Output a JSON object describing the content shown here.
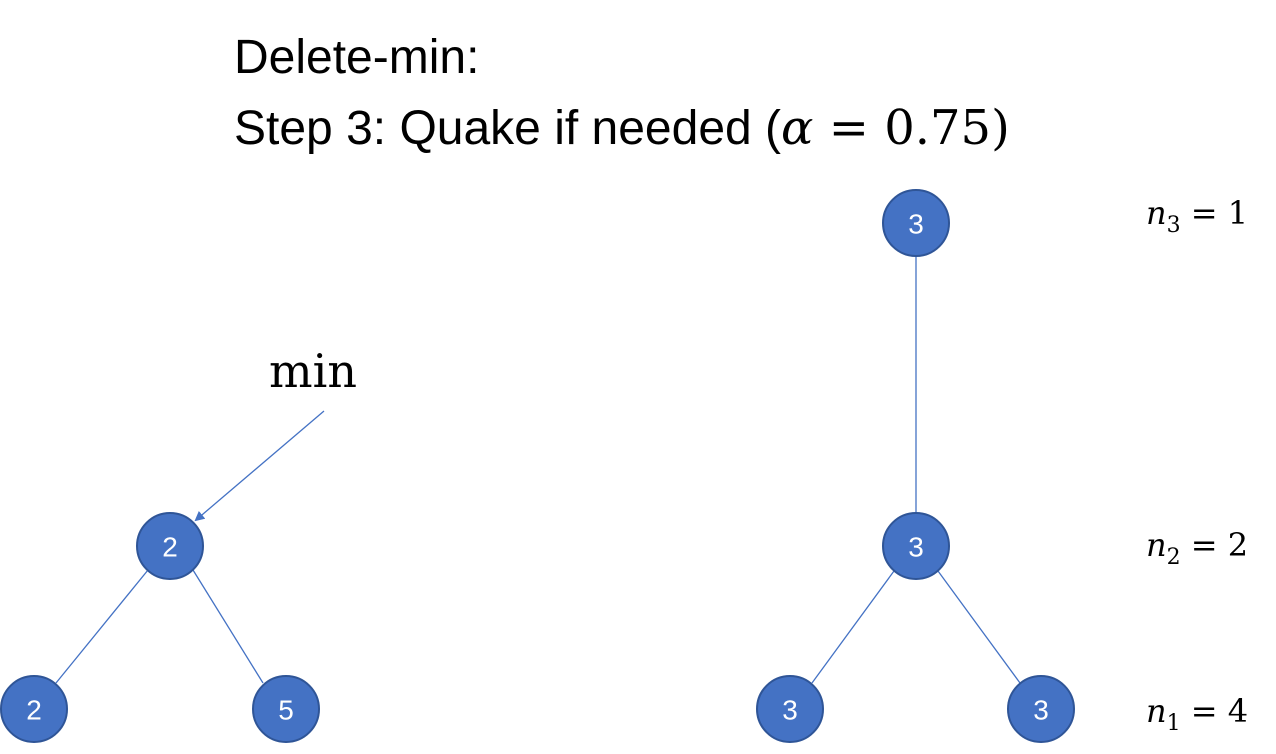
{
  "title": {
    "line1": "Delete-min:",
    "line2_prefix": "Step 3: Quake if needed (",
    "line2_alpha": "α",
    "line2_suffix": " = 0.75)"
  },
  "min_pointer": {
    "label": "min"
  },
  "colors": {
    "node_fill": "#4472c4",
    "node_text": "#ffffff",
    "edge": "#4472c4"
  },
  "left_tree": {
    "root": "2",
    "left_child": "2",
    "right_child": "5"
  },
  "right_tree": {
    "top": "3",
    "middle": "3",
    "left_child": "3",
    "right_child": "3"
  },
  "levels": [
    {
      "var": "n",
      "sub": "3",
      "rest": " = 1"
    },
    {
      "var": "n",
      "sub": "2",
      "rest": " = 2"
    },
    {
      "var": "n",
      "sub": "1",
      "rest": " = 4"
    }
  ]
}
